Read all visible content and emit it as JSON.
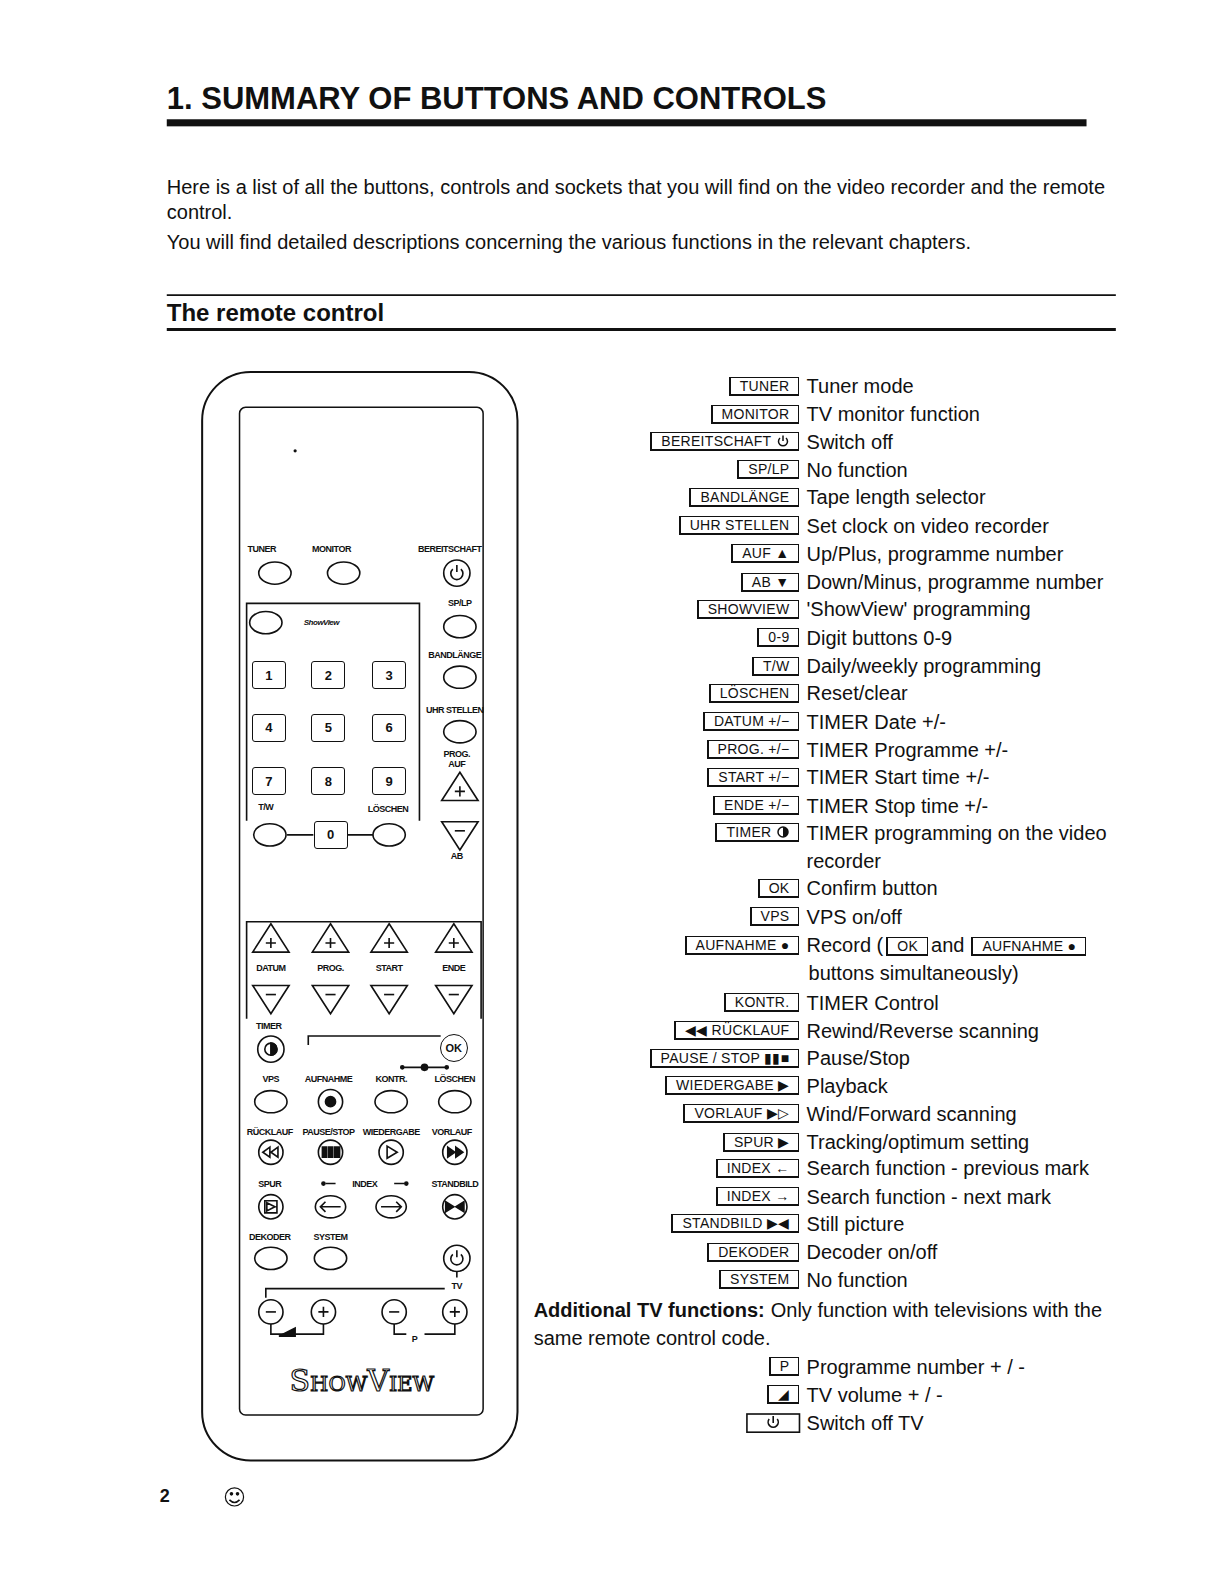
{
  "diagram": {
    "title": "1. SUMMARY OF BUTTONS AND CONTROLS",
    "nodes": [
      {
        "text": [
          "1"
        ]
      },
      {
        "text": [
          "2"
        ]
      },
      {
        "text": [
          "3"
        ]
      },
      {
        "text": [
          "4"
        ]
      },
      {
        "text": [
          "5"
        ]
      },
      {
        "text": [
          "6"
        ]
      },
      {
        "text": [
          "7"
        ]
      },
      {
        "text": [
          "8"
        ]
      },
      {
        "text": [
          "9"
        ]
      },
      {
        "text": [
          "0"
        ]
      },
      {
        "text": [
          "OK"
        ]
      },
      {
        "text": [
          "TUNER"
        ]
      },
      {
        "text": [
          "MONITOR"
        ]
      },
      {
        "text": [
          "BEREITSCHAFT"
        ]
      },
      {
        "text": [
          "SP/LP"
        ]
      },
      {
        "text": [
          "BANDLÄNGE"
        ]
      },
      {
        "text": [
          "UHR STELLEN"
        ]
      },
      {
        "text": [
          "AUF ▲"
        ]
      },
      {
        "text": [
          "AB ▼"
        ]
      },
      {
        "text": [
          "SHOWVIEW"
        ]
      },
      {
        "text": [
          "0-9"
        ]
      },
      {
        "text": [
          "T/W"
        ]
      },
      {
        "text": [
          "LÖSCHEN"
        ]
      },
      {
        "text": [
          "DATUM +/−"
        ]
      },
      {
        "text": [
          "PROG. +/−"
        ]
      },
      {
        "text": [
          "START +/−"
        ]
      },
      {
        "text": [
          "ENDE +/−"
        ]
      },
      {
        "text": [
          "TIMER"
        ]
      },
      {
        "text": [
          "OK"
        ]
      },
      {
        "text": [
          "VPS"
        ]
      },
      {
        "text": [
          "AUFNAHME ●"
        ]
      },
      {
        "text": [
          "OK"
        ]
      },
      {
        "text": [
          "AUFNAHME ●"
        ]
      },
      {
        "text": [
          "KONTR."
        ]
      },
      {
        "text": [
          "◀◀ RÜCKLAUF"
        ]
      },
      {
        "text": [
          "PAUSE / STOP ▮▮■"
        ]
      },
      {
        "text": [
          "WIEDERGABE ▶"
        ]
      },
      {
        "text": [
          "VORLAUF ▶▷"
        ]
      },
      {
        "text": [
          "SPUR ▶"
        ]
      },
      {
        "text": [
          "INDEX ←"
        ]
      },
      {
        "text": [
          "INDEX →"
        ]
      },
      {
        "text": [
          "STANDBILD ▶◀"
        ]
      },
      {
        "text": [
          "DEKODER"
        ]
      },
      {
        "text": [
          "SYSTEM"
        ]
      },
      {
        "text": [
          "P"
        ]
      },
      {
        "text": [
          "◢"
        ]
      }
    ],
    "labels": [
      "Here is a list of all the buttons, controls and sockets that you will find on the video recorder and the remote control.",
      "You will find detailed descriptions concerning the various functions in the relevant chapters.",
      "The remote control",
      "Tuner mode",
      "TV monitor function",
      "Switch off",
      "No function",
      "Tape length selector",
      "Set clock on video recorder",
      "Up/Plus, programme number",
      "Down/Minus, programme number",
      "'ShowView' programming",
      "Digit buttons 0-9",
      "Daily/weekly programming",
      "Reset/clear",
      "TIMER Date +/-",
      "TIMER Programme +/-",
      "TIMER Start time +/-",
      "TIMER Stop time +/-",
      "TIMER programming on the video recorder",
      "Confirm button",
      "VPS on/off",
      "Record (",
      "and",
      "buttons simultaneously)",
      "TIMER Control",
      "Rewind/Reverse scanning",
      "Pause/Stop",
      "Playback",
      "Wind/Forward scanning",
      "Tracking/optimum setting",
      "Search function - previous mark",
      "Search function - next mark",
      "Still picture",
      "Decoder on/off",
      "No function",
      "Additional TV functions:",
      "Only function with televisions with the same remote control code.",
      "Programme number + / -",
      "TV volume + / -",
      "Switch off TV",
      "TUNER",
      "MONITOR",
      "BEREITSCHAFT",
      "SP/LP",
      "ShowView",
      "BANDLÄNGE",
      "UHR STELLEN",
      "PROG. AUF",
      "T/W",
      "LÖSCHEN",
      "AB",
      "DATUM",
      "PROG.",
      "START",
      "ENDE",
      "TIMER",
      "VPS",
      "AUFNAHME",
      "KONTR.",
      "LÖSCHEN",
      "RÜCKLAUF",
      "PAUSE/STOP",
      "WIEDERGABE",
      "VORLAUF",
      "SPUR",
      "INDEX",
      "STANDBILD",
      "DEKODER",
      "SYSTEM",
      "TV",
      "P",
      "ShowView",
      "2"
    ]
  }
}
